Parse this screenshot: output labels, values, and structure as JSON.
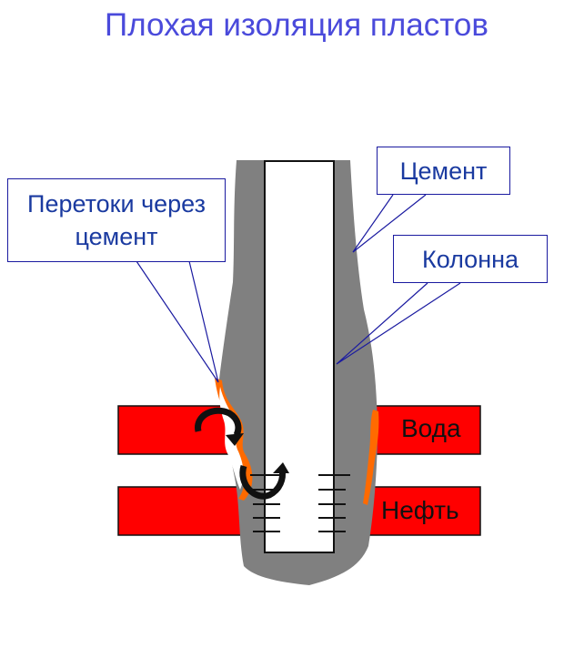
{
  "title": "Плохая изоляция пластов",
  "callouts": {
    "perflow": "Перетоки через цемент",
    "cement": "Цемент",
    "column": "Колонна"
  },
  "layers": {
    "water": "Вода",
    "oil": "Нефть"
  },
  "colors": {
    "title": "#4a4adb",
    "callout_text": "#1a3aa0",
    "callout_border": "#1a1aa0",
    "cement": "#808080",
    "formation": "#ff0000",
    "flow": "#ff6a00",
    "casing": "#ffffff"
  }
}
